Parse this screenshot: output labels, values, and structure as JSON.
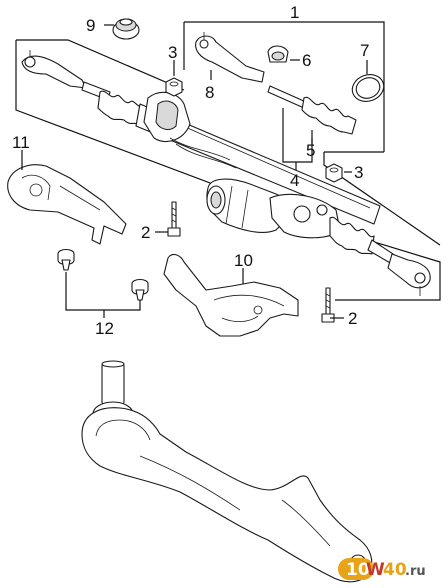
{
  "callouts": {
    "c1": "1",
    "c2a": "2",
    "c2b": "2",
    "c3a": "3",
    "c3b": "3",
    "c4": "4",
    "c5": "5",
    "c6": "6",
    "c7": "7",
    "c8": "8",
    "c9": "9",
    "c10": "10",
    "c11": "11",
    "c12": "12"
  },
  "watermark": {
    "text_1": "10",
    "text_w": "W",
    "text_2": "40",
    "text_domain": ".ru"
  },
  "colors": {
    "line": "#1a1a1a",
    "watermark_badge": "#e8a317",
    "watermark_w": "#c0392b"
  }
}
